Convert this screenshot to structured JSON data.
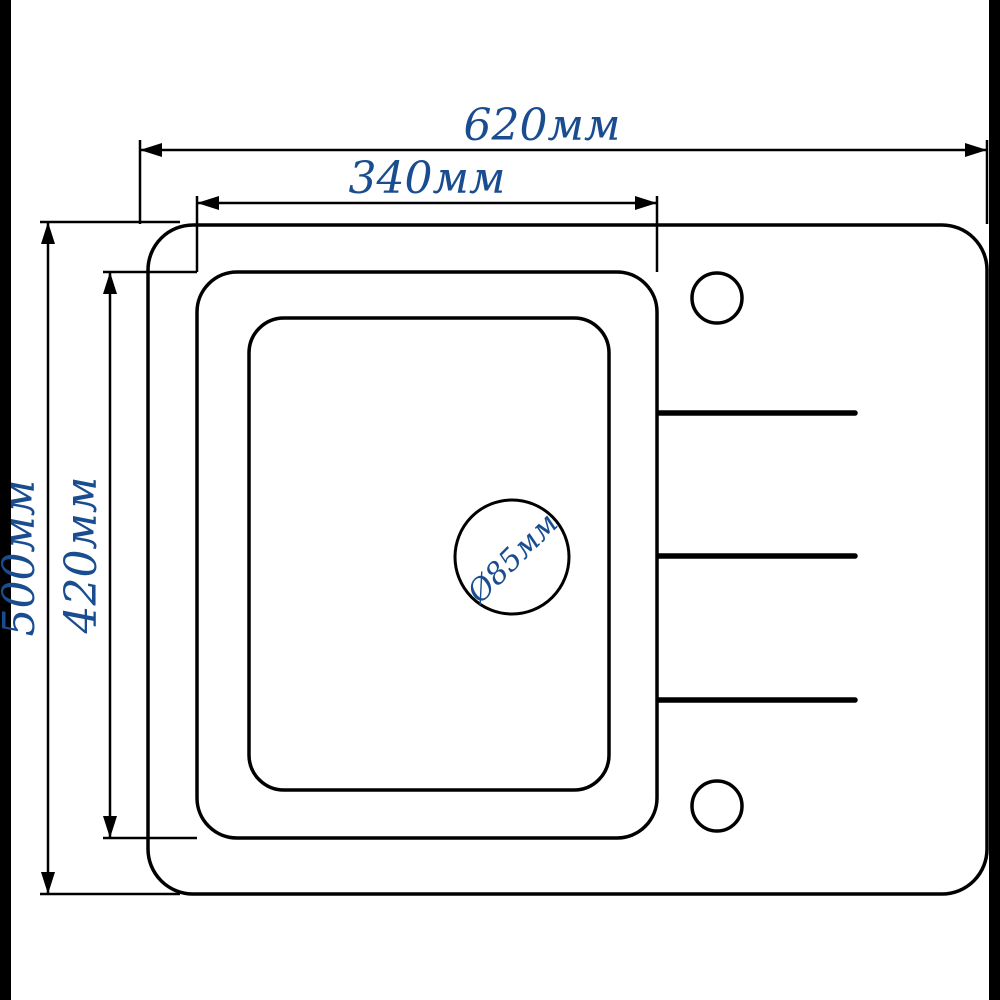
{
  "diagram": {
    "type": "technical-drawing",
    "subject": "kitchen sink top view with dimensions"
  },
  "dimensions": {
    "total_width": "620мм",
    "bowl_width": "340мм",
    "total_height": "500мм",
    "bowl_height": "420мм",
    "drain_diameter": "Ø85мм"
  },
  "colors": {
    "dimension_text": "#1a4d8f",
    "line": "#000000",
    "background": "#ffffff",
    "letterbox": "#000000"
  }
}
